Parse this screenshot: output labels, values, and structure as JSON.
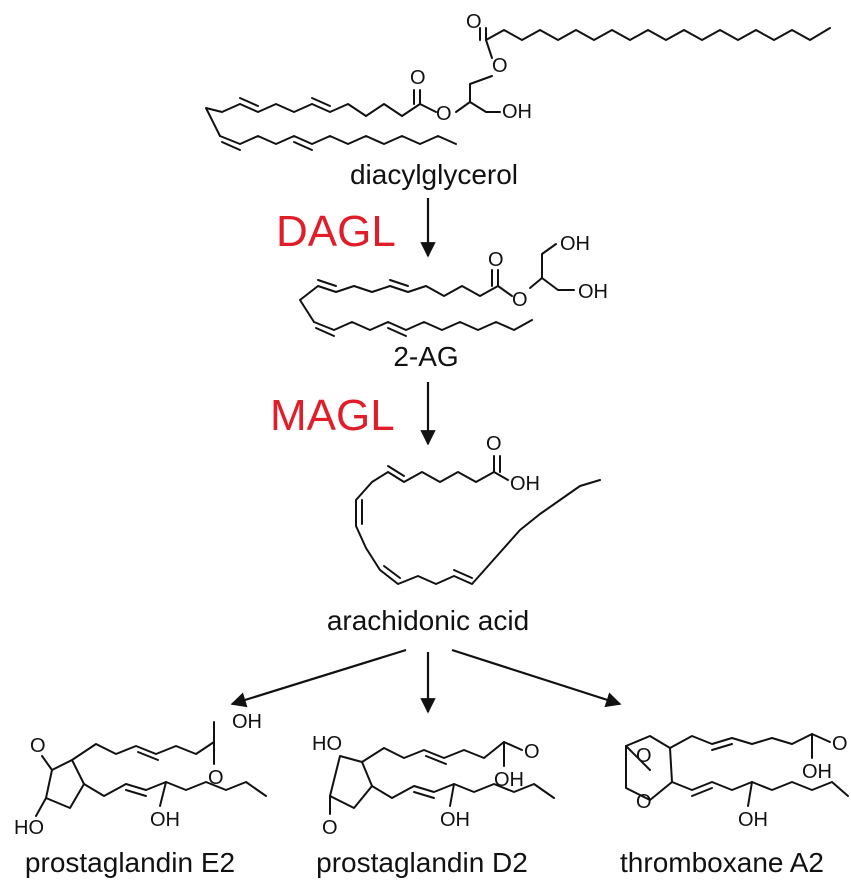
{
  "colors": {
    "enzyme": "#e11d2a",
    "ink": "#111111",
    "background": "#ffffff"
  },
  "compounds": {
    "diacylglycerol": "diacylglycerol",
    "two_ag": "2-AG",
    "arachidonic_acid": "arachidonic acid",
    "pge2": "prostaglandin E2",
    "pgd2": "prostaglandin D2",
    "txa2": "thromboxane A2"
  },
  "enzymes": {
    "dagl": "DAGL",
    "magl": "MAGL"
  },
  "atoms": {
    "O": "O",
    "OH": "OH",
    "HO": "HO"
  }
}
